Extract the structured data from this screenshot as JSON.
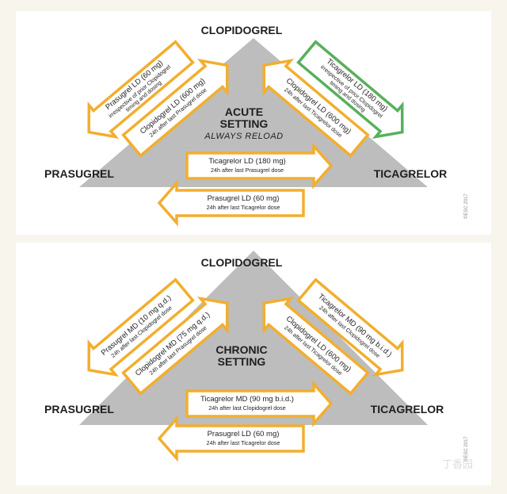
{
  "colors": {
    "arrow_orange": "#f2ae2e",
    "arrow_green": "#58b05c",
    "triangle_gray": "#bdbdbd",
    "text": "#1f1f1f"
  },
  "acute": {
    "top_node": "CLOPIDOGREL",
    "left_node": "PRASUGREL",
    "right_node": "TICAGRELOR",
    "setting_line1": "ACUTE",
    "setting_line2": "SETTING",
    "setting_note": "ALWAYS RELOAD",
    "copyright": "©ESC 2017",
    "arrows": {
      "c_to_p": {
        "title": "Prasugrel LD (60 mg)",
        "sub1": "irrespective of prior Clopidogrel",
        "sub2": "timing and dosing"
      },
      "p_to_c": {
        "title": "Clopidogrel LD (600 mg)",
        "sub1": "24h after last Prasugrel dose"
      },
      "c_to_t": {
        "title": "Ticagrelor LD (180 mg)",
        "sub1": "irrespective of prior Clopidogrel",
        "sub2": "timing and dosing"
      },
      "t_to_c": {
        "title": "Clopidogrel LD (600 mg)",
        "sub1": "24h after last Ticagrelor dose"
      },
      "p_to_t": {
        "title": "Ticagrelor LD (180 mg)",
        "sub1": "24h after last Prasugrel dose"
      },
      "t_to_p": {
        "title": "Prasugrel LD (60 mg)",
        "sub1": "24h after last Ticagrelor dose"
      }
    }
  },
  "chronic": {
    "top_node": "CLOPIDOGREL",
    "left_node": "PRASUGREL",
    "right_node": "TICAGRELOR",
    "setting_line1": "CHRONIC",
    "setting_line2": "SETTING",
    "copyright": "©ESC 2017",
    "arrows": {
      "c_to_p": {
        "title": "Prasugrel MD (10 mg q.d.)",
        "sub1": "24h after last Clopidogrel dose"
      },
      "p_to_c": {
        "title": "Clopidogrel MD (75 mg q.d.)",
        "sub1": "24h after last Prasugrel dose"
      },
      "c_to_t": {
        "title": "Ticagrelor MD (90 mg b.i.d.)",
        "sub1": "24h after last Clopidogrel dose"
      },
      "t_to_c": {
        "title": "Clopidogrel LD (600 mg)",
        "sub1": "24h after last Ticagrelor dose"
      },
      "p_to_t": {
        "title": "Ticagrelor MD (90 mg b.i.d.)",
        "sub1": "24h after last Clopidogrel dose"
      },
      "t_to_p": {
        "title": "Prasugrel LD (60 mg)",
        "sub1": "24h after last Ticagrelor dose"
      }
    }
  },
  "watermark": "丁香园"
}
